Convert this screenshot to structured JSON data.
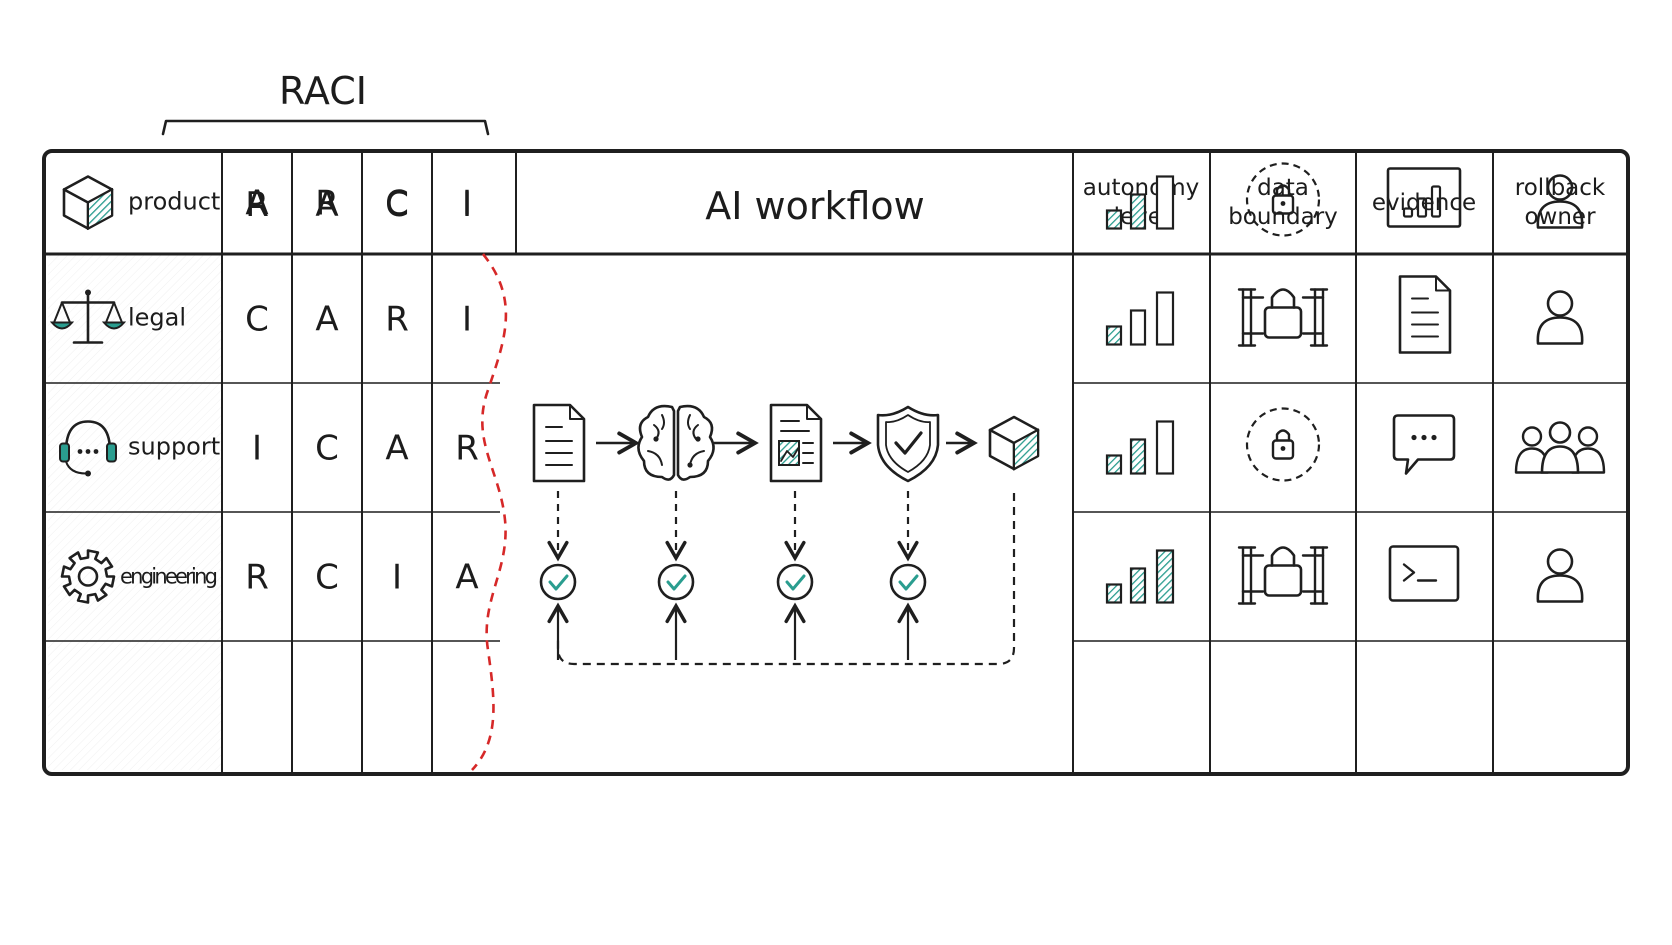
{
  "title": "RACI",
  "colors": {
    "ink": "#1f1f1f",
    "accent": "#2a9d8f",
    "divider": "#d62828",
    "grid": "#c8c8c8"
  },
  "raci_headers": [
    "R",
    "A",
    "C",
    "I"
  ],
  "workflow_header": "AI workflow",
  "right_headers": [
    {
      "line1": "autonomy",
      "line2": "level"
    },
    {
      "line1": "data",
      "line2": "boundary"
    },
    {
      "line1": "evidence",
      "line2": ""
    },
    {
      "line1": "rollback",
      "line2": "owner"
    }
  ],
  "rows": [
    {
      "team": "product",
      "icon": "cube-icon",
      "raci": [
        "A",
        "R",
        "C",
        "I"
      ],
      "autonomy_bars": 2,
      "boundary": "padlock-circle-icon",
      "evidence": "chart-icon",
      "owner": "person-icon"
    },
    {
      "team": "legal",
      "icon": "scales-icon",
      "raci": [
        "C",
        "A",
        "R",
        "I"
      ],
      "autonomy_bars": 1,
      "boundary": "padlock-fence-icon",
      "evidence": "document-icon",
      "owner": "person-icon"
    },
    {
      "team": "support",
      "icon": "headset-icon",
      "raci": [
        "I",
        "C",
        "A",
        "R"
      ],
      "autonomy_bars": 2,
      "boundary": "padlock-circle-icon",
      "evidence": "chat-bubble-icon",
      "owner": "people-group-icon"
    },
    {
      "team": "engineering",
      "icon": "gear-icon",
      "raci": [
        "R",
        "C",
        "I",
        "A"
      ],
      "autonomy_bars": 3,
      "boundary": "padlock-fence-icon",
      "evidence": "terminal-icon",
      "owner": "person-icon"
    }
  ],
  "workflow_steps": [
    "document-icon",
    "brain-icon",
    "report-icon",
    "shield-check-icon",
    "cube-icon"
  ],
  "checkpoints": [
    "check-icon",
    "check-icon",
    "check-icon",
    "check-icon"
  ]
}
